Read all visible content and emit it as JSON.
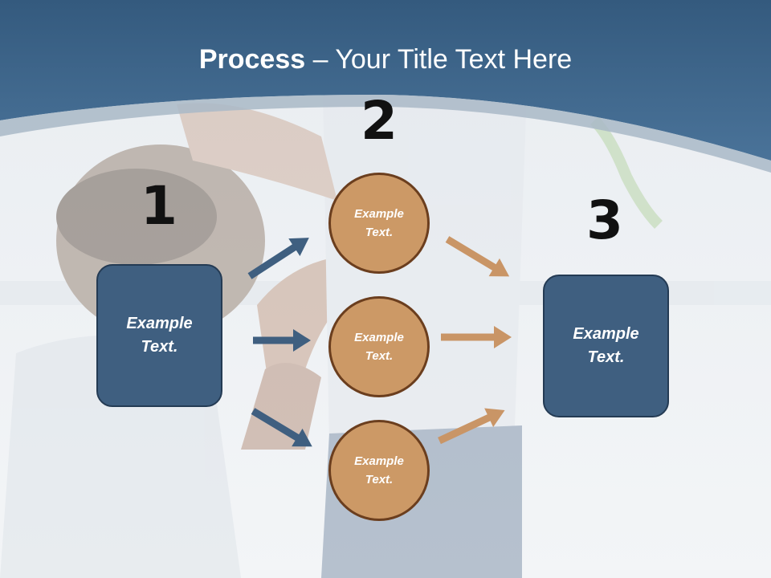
{
  "slide": {
    "title_bold": "Process",
    "title_rest": " – Your Title Text Here"
  },
  "steps": [
    {
      "number": "1",
      "text": "Example\nText."
    },
    {
      "number": "2",
      "items": [
        {
          "text": "Example\nText."
        },
        {
          "text": "Example\nText."
        },
        {
          "text": "Example\nText."
        }
      ]
    },
    {
      "number": "3",
      "text": "Example\nText."
    }
  ],
  "colors": {
    "header": "#3f6890",
    "box_fill": "#3f5f80",
    "circle_fill": "#cc9966",
    "arrow_blue": "#3f5f80",
    "arrow_tan": "#c99566"
  },
  "background": "photo of man stretching another person's arm, faded"
}
